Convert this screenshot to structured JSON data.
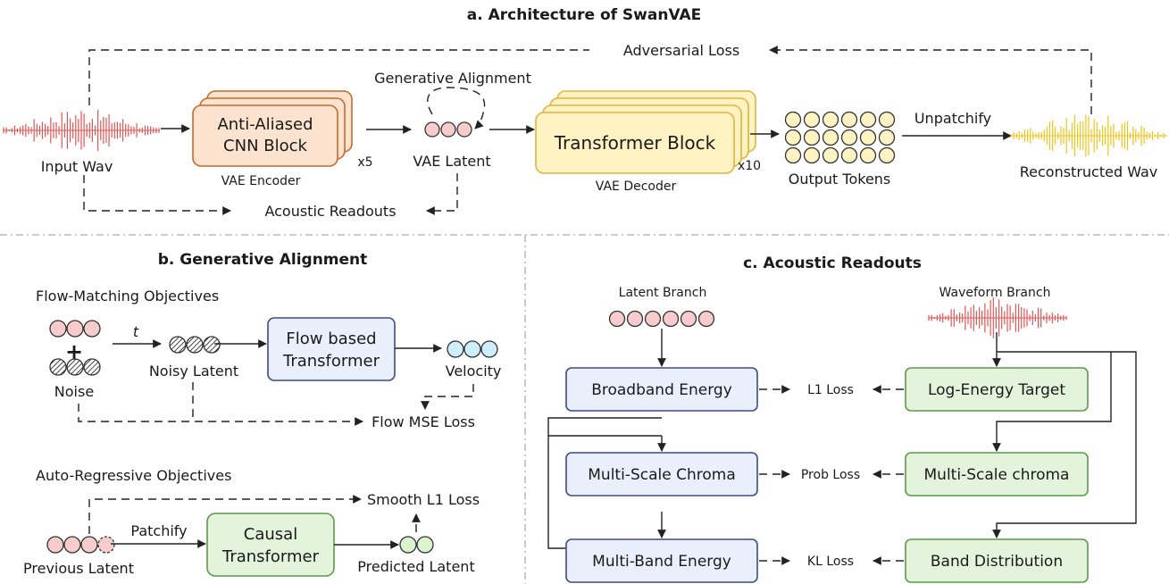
{
  "section_a": {
    "title": "a. Architecture of SwanVAE",
    "input_label": "Input Wav",
    "encoder_block": [
      "Anti-Aliased",
      "CNN Block"
    ],
    "encoder_repeat": "x5",
    "encoder_label": "VAE Encoder",
    "gen_align_label": "Generative Alignment",
    "latent_label": "VAE Latent",
    "decoder_block": "Transformer Block",
    "decoder_repeat": "x10",
    "decoder_label": "VAE Decoder",
    "tokens_label": "Output Tokens",
    "unpatchify_label": "Unpatchify",
    "recon_label": "Reconstructed Wav",
    "adv_loss": "Adversarial Loss",
    "readouts_label": "Acoustic Readouts"
  },
  "section_b": {
    "title": "b. Generative Alignment",
    "fm_heading": "Flow-Matching Objectives",
    "plus": "+",
    "noise_label": "Noise",
    "t_label": "t",
    "noisy_label": "Noisy Latent",
    "flow_box": [
      "Flow based",
      "Transformer"
    ],
    "velocity_label": "Velocity",
    "mse_loss": "Flow MSE Loss",
    "ar_heading": "Auto-Regressive Objectives",
    "smooth_loss": "Smooth L1 Loss",
    "patchify_label": "Patchify",
    "causal_box": [
      "Causal",
      "Transformer"
    ],
    "prev_label": "Previous Latent",
    "pred_label": "Predicted Latent"
  },
  "section_c": {
    "title": "c. Acoustic Readouts",
    "latent_branch": "Latent Branch",
    "waveform_branch": "Waveform Branch",
    "left_boxes": [
      "Broadband Energy",
      "Multi-Scale Chroma",
      "Multi-Band Energy"
    ],
    "right_boxes": [
      "Log-Energy Target",
      "Multi-Scale chroma",
      "Band Distribution"
    ],
    "losses": [
      "L1 Loss",
      "Prob Loss",
      "KL Loss"
    ]
  },
  "colors": {
    "input_wave": "#e05555",
    "output_wave": "#f0c419",
    "encoder_fill": "#fbe3cf",
    "encoder_stroke": "#c96a2c",
    "decoder_fill": "#fff3c4",
    "decoder_stroke": "#e2b33c",
    "latent_fill": "#f8cccc",
    "token_fill": "#fff3c4",
    "blue_fill": "#eaf0fb",
    "blue_stroke": "#3b4a8c",
    "green_fill": "#e4f3dc",
    "green_stroke": "#5a9a4a",
    "velocity_fill": "#cdeefa",
    "predicted_fill": "#dcf3d0"
  }
}
